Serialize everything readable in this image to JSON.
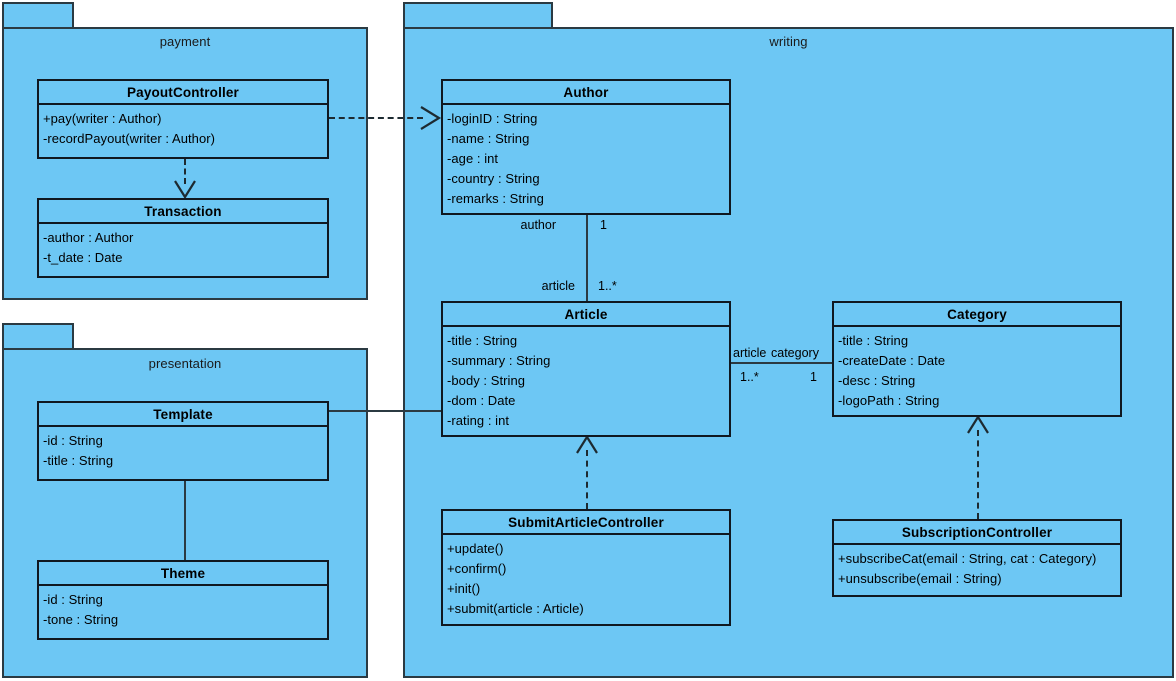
{
  "diagram": {
    "type": "uml-class-diagram",
    "colors": {
      "class_fill": "#6dc7f4",
      "package_fill": "#6dc7f4",
      "border": "#101820",
      "package_border": "#2b3a42",
      "connector": "#2b3a42",
      "background": "#ffffff"
    }
  },
  "packages": {
    "payment": {
      "name": "payment"
    },
    "presentation": {
      "name": "presentation"
    },
    "writing": {
      "name": "writing"
    }
  },
  "classes": {
    "payout_controller": {
      "name": "PayoutController",
      "members": [
        "+pay(writer : Author)",
        "-recordPayout(writer : Author)"
      ]
    },
    "transaction": {
      "name": "Transaction",
      "members": [
        "-author : Author",
        "-t_date : Date"
      ]
    },
    "template": {
      "name": "Template",
      "members": [
        "-id : String",
        "-title : String"
      ]
    },
    "theme": {
      "name": "Theme",
      "members": [
        "-id : String",
        "-tone : String"
      ]
    },
    "author": {
      "name": "Author",
      "members": [
        "-loginID : String",
        "-name : String",
        "-age : int",
        "-country : String",
        "-remarks : String"
      ]
    },
    "article": {
      "name": "Article",
      "members": [
        "-title : String",
        "-summary : String",
        "-body : String",
        "-dom : Date",
        "-rating : int"
      ]
    },
    "category": {
      "name": "Category",
      "members": [
        "-title : String",
        "-createDate : Date",
        "-desc : String",
        "-logoPath : String"
      ]
    },
    "submit_article_controller": {
      "name": "SubmitArticleController",
      "members": [
        "+update()",
        "+confirm()",
        "+init()",
        "+submit(article : Article)"
      ]
    },
    "subscription_controller": {
      "name": "SubscriptionController",
      "members": [
        "+subscribeCat(email : String, cat : Category)",
        "+unsubscribe(email : String)"
      ]
    }
  },
  "edge_labels": {
    "author_role": "author",
    "author_mult": "1",
    "article_role_top": "article",
    "article_mult_top": "1..*",
    "article_role_right": "article",
    "category_role": "category",
    "article_mult_right": "1..*",
    "category_mult": "1"
  }
}
